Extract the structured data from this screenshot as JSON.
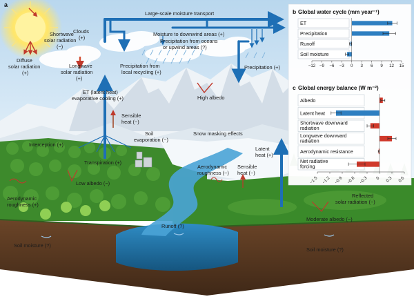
{
  "panel_a": {
    "letter": "a",
    "labels": {
      "large_scale": "Large-scale moisture transport",
      "moisture_downwind": "Moisture to downwind areas (+)",
      "precip_oceans_1": "Precipitation from oceans",
      "precip_oceans_2": "or upwind areas (?)",
      "precip_right": "Precipitation (+)",
      "precip_local_1": "Precipitation from",
      "precip_local_2": "local recycling (+)",
      "clouds_1": "Clouds",
      "clouds_2": "(+)",
      "shortwave_1": "Shortwave",
      "shortwave_2": "solar radiation",
      "shortwave_3": "(−)",
      "diffuse_1": "Diffuse",
      "diffuse_2": "solar radiation",
      "diffuse_3": "(+)",
      "longwave_1": "Longwave",
      "longwave_2": "solar radiation",
      "longwave_3": "(+)",
      "et_1": "ET (latent heat)",
      "et_2": "evaporative cooling (+)",
      "high_albedo": "High albedo",
      "sensible_left_1": "Sensible",
      "sensible_left_2": "heat (−)",
      "soil_evap_1": "Soil",
      "soil_evap_2": "evaporation (−)",
      "snow_masking": "Snow masking effects",
      "interception": "Interception (+)",
      "transpiration": "Transpiration (+)",
      "low_albedo": "Low albedo (−)",
      "aero_left_1": "Aerodynamic",
      "aero_left_2": "roughness (+)",
      "aero_mid_1": "Aerodynamic",
      "aero_mid_2": "roughness (−)",
      "sensible_right_1": "Sensible",
      "sensible_right_2": "heat (−)",
      "latent_right_1": "Latent",
      "latent_right_2": "heat (+)",
      "reflected_1": "Reflected",
      "reflected_2": "solar radiation (−)",
      "moderate_albedo": "Moderate albedo (−)",
      "runoff": "Runoff (?)",
      "soil_moisture_left": "Soil moisture (?)",
      "soil_moisture_right": "Soil moisture (?)"
    }
  },
  "colors": {
    "blue_arrow": "#1e6fb5",
    "red_bar": "#d0392b",
    "blue_bar": "#2e7fc1",
    "sky": "#cfe4f3",
    "forest": "#3d8a2c",
    "soil": "#5a3a22"
  },
  "chart_data": [
    {
      "type": "bar",
      "panel": "b",
      "title": "Global water cycle (mm year⁻¹)",
      "categories": [
        "ET",
        "Precipitation",
        "Runoff",
        "Soil moisture"
      ],
      "values": [
        12.2,
        11.3,
        -0.4,
        -1.4
      ],
      "errors": [
        1.4,
        1.9,
        0.3,
        0.5
      ],
      "colors": [
        "blue",
        "blue",
        "blue",
        "blue"
      ],
      "xlim": [
        -12,
        15
      ],
      "ticks": [
        -12,
        -9,
        -6,
        -3,
        0,
        3,
        6,
        9,
        12,
        15
      ],
      "tick_labels": [
        "−12",
        "−9",
        "−6",
        "−3",
        "0",
        "3",
        "6",
        "9",
        "12",
        "15"
      ]
    },
    {
      "type": "bar",
      "panel": "c",
      "title": "Global energy balance (W m⁻²)",
      "categories": [
        "Albedo",
        "Latent heat",
        "Shortwave downward radiation",
        "Longwave downward radiation",
        "Aerodynamic resistance",
        "Net radiative forcing"
      ],
      "category_lines": [
        [
          "Albedo"
        ],
        [
          "Latent heat"
        ],
        [
          "Shortwave downward",
          "radiation"
        ],
        [
          "Longwave downward",
          "radiation"
        ],
        [
          "Aerodynamic resistance"
        ],
        [
          "Net radiative",
          "forcing"
        ]
      ],
      "values": [
        0.08,
        -1.05,
        -0.22,
        0.3,
        -0.02,
        -0.55
      ],
      "errors": [
        0.05,
        0.12,
        0.08,
        0.1,
        0.01,
        0.2
      ],
      "colors": [
        "red",
        "blue",
        "red",
        "red",
        "red",
        "red"
      ],
      "xlim": [
        -1.5,
        0.6
      ],
      "ticks": [
        -1.5,
        -1.2,
        -0.9,
        -0.6,
        -0.3,
        0,
        0.3,
        0.6
      ],
      "tick_labels": [
        "−1.5",
        "−1.2",
        "−0.9",
        "−0.6",
        "−0.3",
        "0",
        "0.3",
        "0.6"
      ]
    }
  ]
}
